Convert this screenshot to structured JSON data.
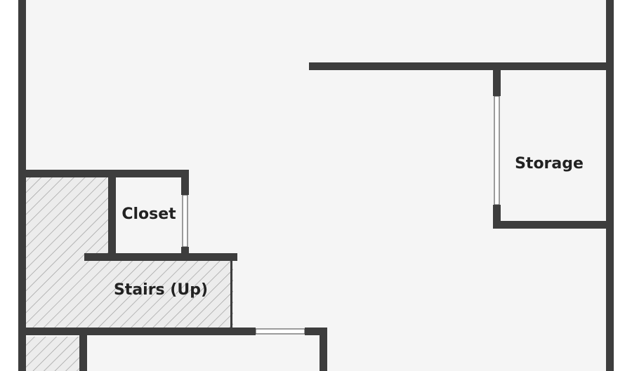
{
  "floor_plan": {
    "rooms": {
      "storage": {
        "label": "Storage"
      },
      "closet": {
        "label": "Closet"
      },
      "stairs": {
        "label": "Stairs (Up)"
      }
    },
    "colors": {
      "floor": "#f5f5f5",
      "wall": "#3d3d3d",
      "hatch": "#9a9a9a",
      "opening": "#ffffff"
    }
  }
}
